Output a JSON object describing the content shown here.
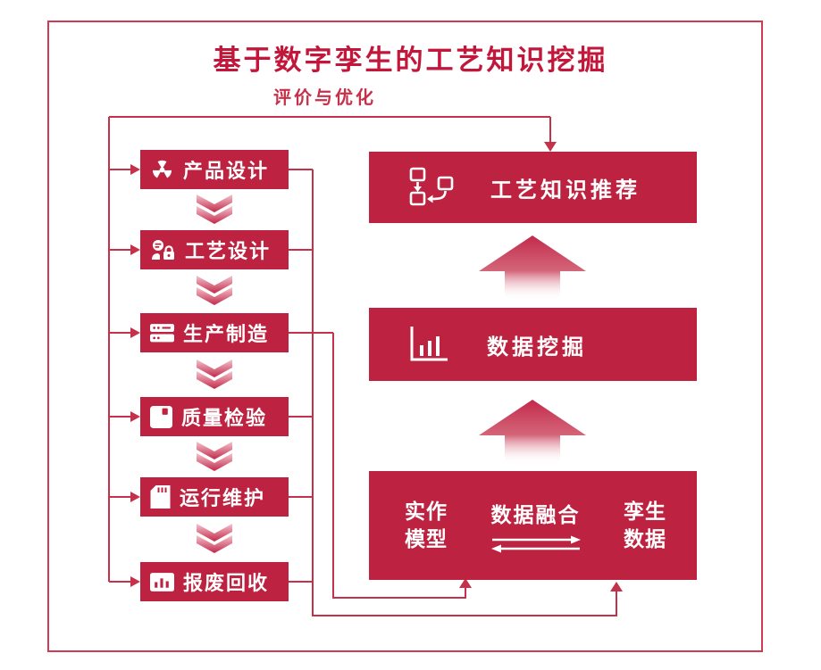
{
  "title": "基于数字孪生的工艺知识挖掘",
  "feedback_label": "评价与优化",
  "colors": {
    "primary_red": "#BD2340",
    "line_red": "#C5304B",
    "title_red": "#C2173B",
    "chevron_light_pink": "#F4C3CD",
    "text_on_red": "#FFFFFF",
    "background": "#FFFFFF"
  },
  "left_flow": {
    "items": [
      {
        "label": "产品设计",
        "icon": "radiation-icon"
      },
      {
        "label": "工艺设计",
        "icon": "designer-lock-icon"
      },
      {
        "label": "生产制造",
        "icon": "server-icon"
      },
      {
        "label": "质量检验",
        "icon": "floppy-disk-icon"
      },
      {
        "label": "运行维护",
        "icon": "sd-card-icon"
      },
      {
        "label": "报废回收",
        "icon": "bar-chart-icon"
      }
    ]
  },
  "right_flow": {
    "recommend": {
      "label": "工艺知识推荐",
      "icon": "workflow-icon"
    },
    "mining": {
      "label": "数据挖掘",
      "icon": "chart-axis-icon"
    },
    "fusion": {
      "left_line1": "实作",
      "left_line2": "模型",
      "center_label": "数据融合",
      "exchange_icon": "bidirectional-arrows-icon",
      "right_line1": "孪生",
      "right_line2": "数据"
    }
  }
}
